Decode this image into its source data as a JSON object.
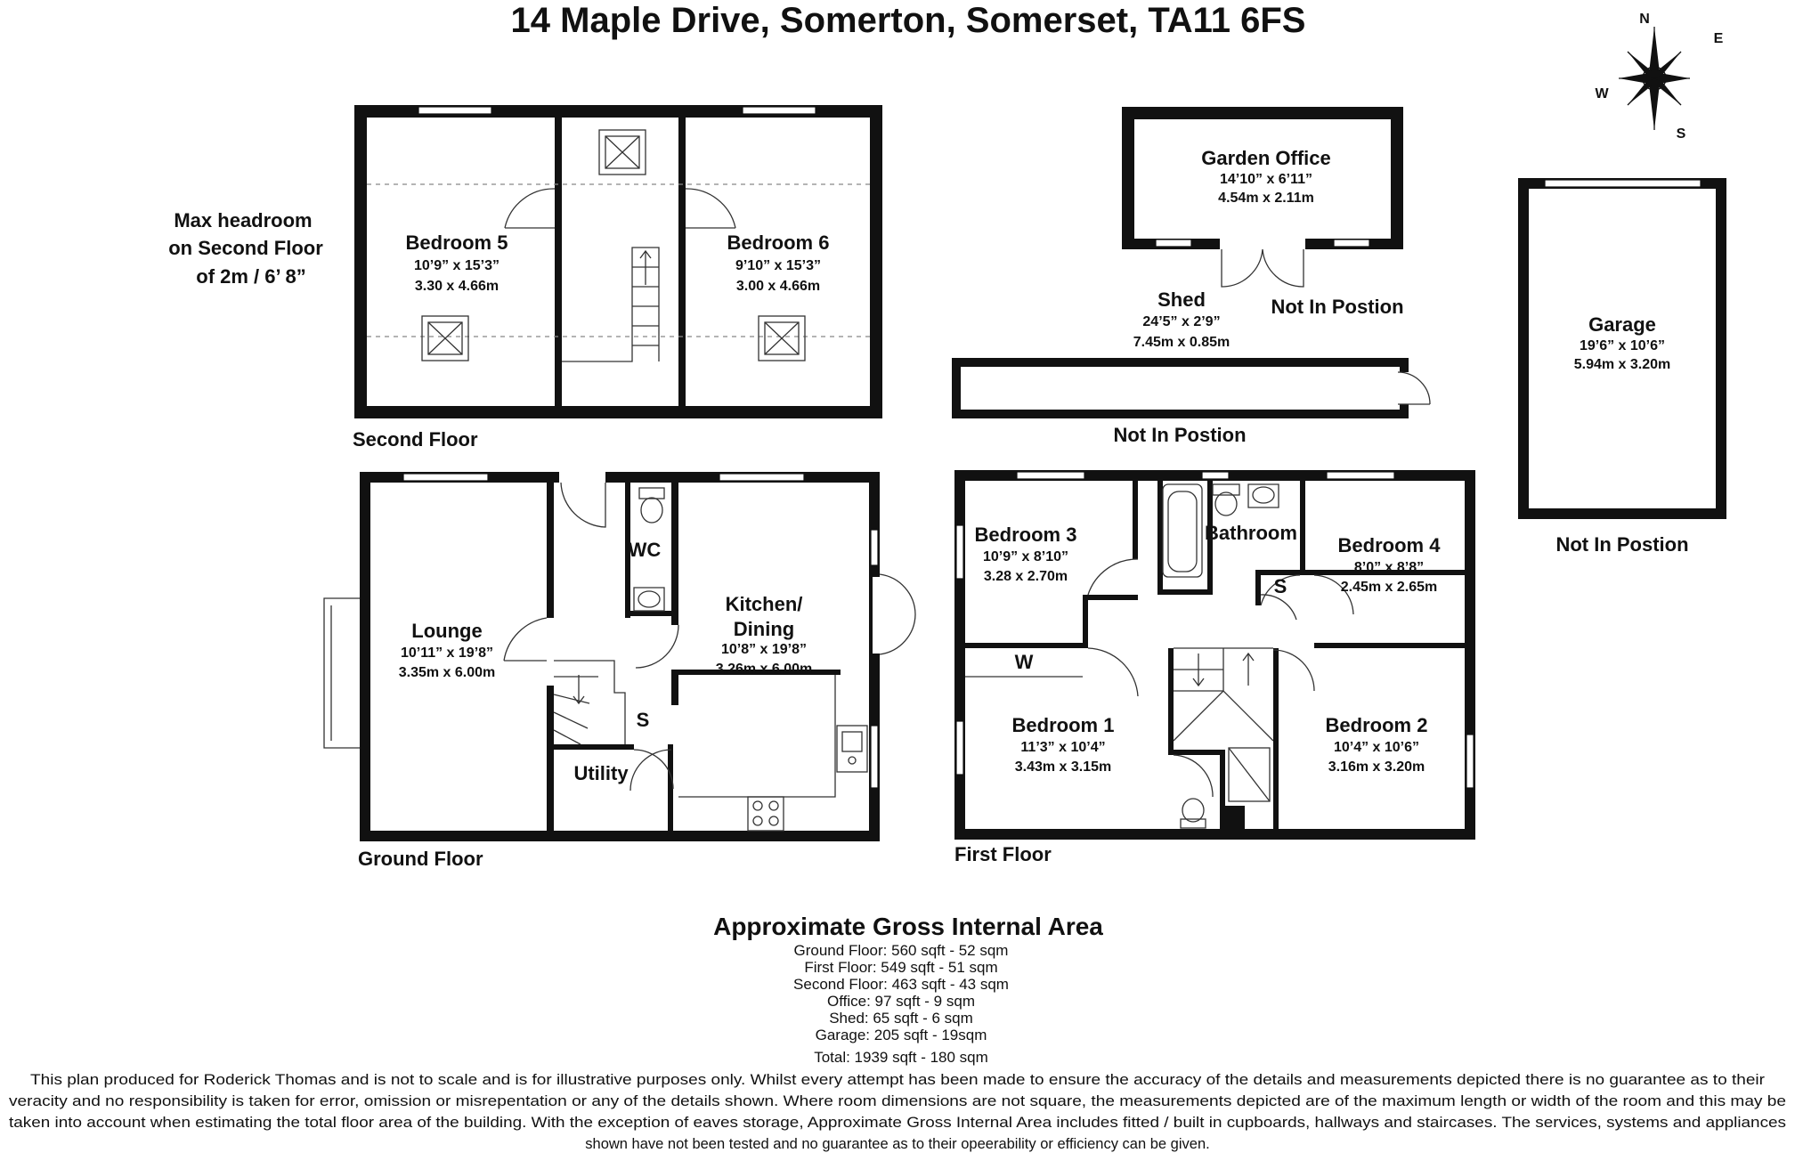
{
  "title": "14 Maple Drive, Somerton, Somerset, TA11 6FS",
  "compass": {
    "n": "N",
    "e": "E",
    "s": "S",
    "w": "W",
    "icon": "compass-rose-icon"
  },
  "headroom": {
    "line1": "Max headroom",
    "line2": "on Second Floor",
    "line3": "of 2m / 6’ 8”"
  },
  "floors": {
    "second": "Second Floor",
    "ground": "Ground Floor",
    "first": "First Floor"
  },
  "rooms": {
    "bedroom5": {
      "name": "Bedroom 5",
      "imperial": "10’9” x 15’3”",
      "metric": "3.30 x 4.66m"
    },
    "bedroom6": {
      "name": "Bedroom 6",
      "imperial": "9’10” x 15’3”",
      "metric": "3.00 x 4.66m"
    },
    "garden_office": {
      "name": "Garden Office",
      "imperial": "14’10” x 6’11”",
      "metric": "4.54m x 2.11m"
    },
    "shed": {
      "name": "Shed",
      "imperial": "24’5” x 2’9”",
      "metric": "7.45m x 0.85m"
    },
    "garage": {
      "name": "Garage",
      "imperial": "19’6” x 10’6”",
      "metric": "5.94m x 3.20m"
    },
    "lounge": {
      "name": "Lounge",
      "imperial": "10’11” x 19’8”",
      "metric": "3.35m x 6.00m"
    },
    "wc": {
      "name": "WC"
    },
    "kitchen": {
      "name1": "Kitchen/",
      "name2": "Dining",
      "imperial": "10’8” x 19’8”",
      "metric": "3.26m x 6.00m"
    },
    "ground_s": {
      "name": "S"
    },
    "utility": {
      "name": "Utility"
    },
    "bedroom3": {
      "name": "Bedroom 3",
      "imperial": "10’9” x 8’10”",
      "metric": "3.28 x 2.70m"
    },
    "bathroom": {
      "name": "Bathroom"
    },
    "bedroom4": {
      "name": "Bedroom 4",
      "imperial": "8’0” x 8’8”",
      "metric": "2.45m x 2.65m"
    },
    "first_s": {
      "name": "S"
    },
    "wardrobe": {
      "name": "W"
    },
    "bedroom1": {
      "name": "Bedroom 1",
      "imperial": "11’3” x 10’4”",
      "metric": "3.43m x 3.15m"
    },
    "bedroom2": {
      "name": "Bedroom 2",
      "imperial": "10’4” x 10’6”",
      "metric": "3.16m x 3.20m"
    }
  },
  "not_in_position": "Not In Postion",
  "areas": {
    "heading": "Approximate Gross Internal Area",
    "lines": [
      "Ground Floor: 560 sqft - 52 sqm",
      "First Floor: 549 sqft - 51 sqm",
      "Second Floor: 463 sqft - 43 sqm",
      "Office: 97 sqft - 9 sqm",
      "Shed: 65 sqft - 6 sqm",
      "Garage: 205 sqft - 19sqm",
      "Total: 1939 sqft - 180 sqm"
    ]
  },
  "disclaimer": [
    "This plan produced for Roderick Thomas and is not to scale and is for illustrative purposes only.  Whilst every attempt has been made to ensure the accuracy of the details and measurements depicted there is no guarantee as to their",
    "veracity and no responsibility is taken for error, omission or misrepentation or any of the details shown.  Where room dimensions are not square, the measurements depicted are of the maximum length or width of the room and this may be",
    "taken into account when estimating the total floor area of the building.  With the exception of eaves storage, Approximate Gross Internal Area includes fitted / built in cupboards, hallways and staircases.  The services, systems and appliances",
    "shown have not been tested and no guarantee as to their opeerability or efficiency can be given."
  ]
}
